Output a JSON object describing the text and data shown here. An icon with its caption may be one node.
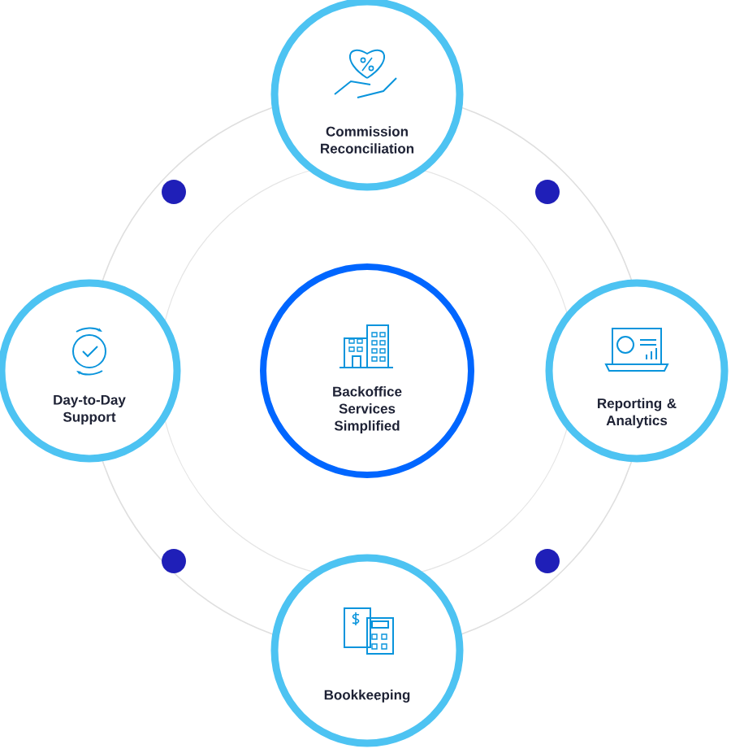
{
  "diagram": {
    "nodes": [
      {
        "text": [
          "Backoffice Services Simplified"
        ]
      },
      {
        "text": [
          "Commission Reconciliation"
        ]
      },
      {
        "text": [
          "Day-to-Day Support"
        ]
      },
      {
        "text": [
          "Reporting & Analytics"
        ]
      },
      {
        "text": [
          "Bookkeeping"
        ]
      }
    ]
  }
}
